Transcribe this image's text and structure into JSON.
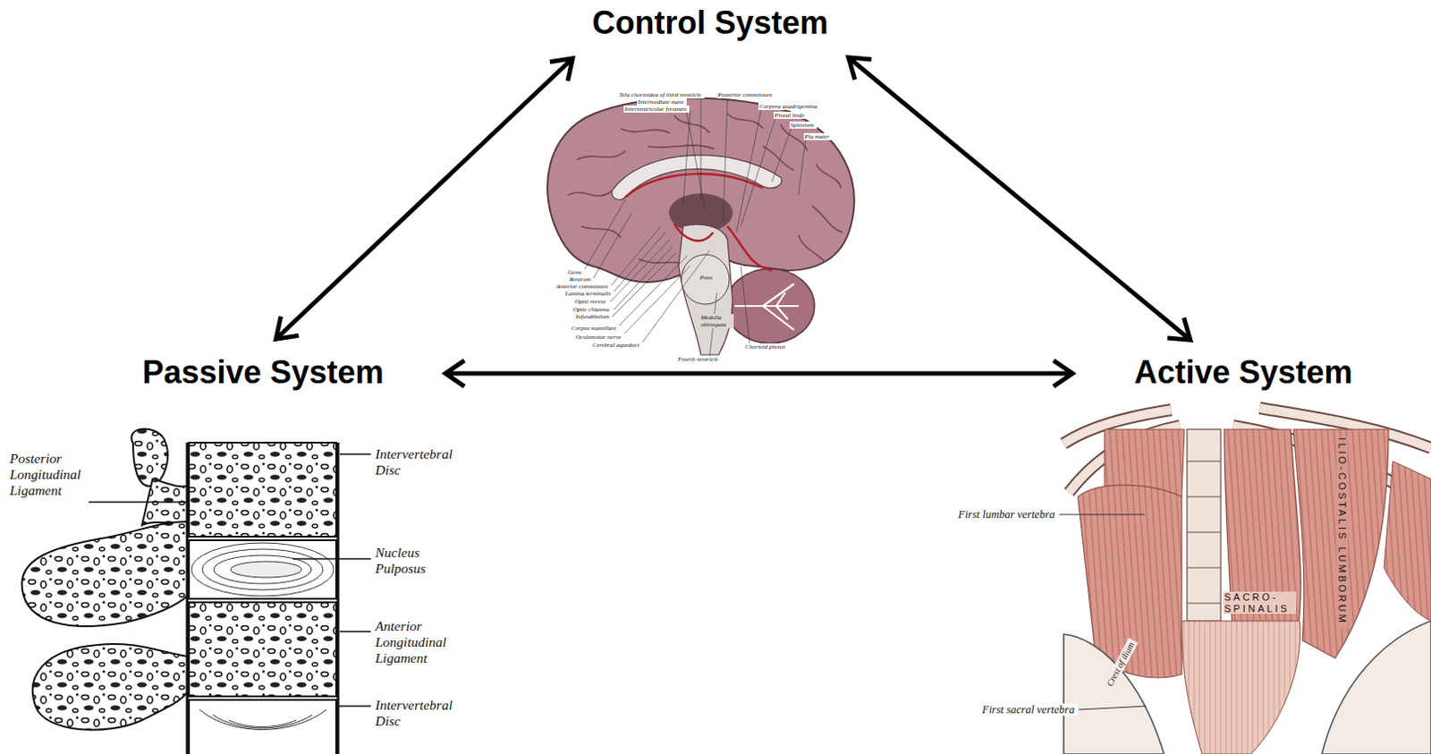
{
  "diagram": {
    "nodes": [
      {
        "text": [
          "Control System"
        ]
      },
      {
        "text": [
          "Passive System"
        ]
      },
      {
        "text": [
          "Active System"
        ]
      }
    ],
    "edges": [
      {
        "from": 0,
        "to": 1,
        "arrow": "both"
      },
      {
        "from": 0,
        "to": 2,
        "arrow": "both"
      },
      {
        "from": 1,
        "to": 2,
        "arrow": "both"
      }
    ],
    "labels": [
      "Tela chorioidea of third ventricle",
      "Intermediate mass",
      "Interventricular foramen",
      "Posterior commissure",
      "Corpora quadrigemina",
      "Pineal body",
      "Splenium",
      "Pia mater",
      "Genu",
      "Rostrum",
      "Anterior commissure",
      "Lamina terminalis",
      "Optic recess",
      "Optic chiasma",
      "Infundibulum",
      "Corpus mamillare",
      "Oculomotor nerve",
      "Cerebral aqueduct",
      "Fourth ventricle",
      "Chorioid plexus",
      "Pons",
      "Medulla oblongata",
      "Posterior Longitudinal Ligament",
      "Intervertebral Disc",
      "Nucleus Pulposus",
      "Anterior Longitudinal Ligament",
      "Intervertebral Disc",
      "First lumbar vertebra",
      "First sacral vertebra",
      "SACRO-SPINALIS",
      "ILIO-COSTALIS LUMBORUM",
      "Crest of ilium"
    ]
  }
}
